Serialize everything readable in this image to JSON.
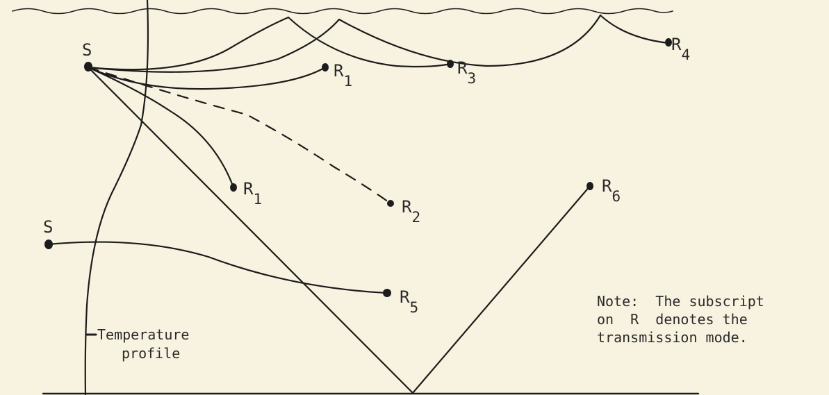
{
  "labels": {
    "source": "S",
    "receiver": "R",
    "sub_1": "1",
    "sub_2": "2",
    "sub_3": "3",
    "sub_4": "4",
    "sub_5": "5",
    "sub_6": "6",
    "temperature_profile_line1": "Temperature",
    "temperature_profile_line2": "profile"
  },
  "note": {
    "line1": "Note:  The subscript",
    "line2": "on  R  denotes the",
    "line3": "transmission mode."
  }
}
